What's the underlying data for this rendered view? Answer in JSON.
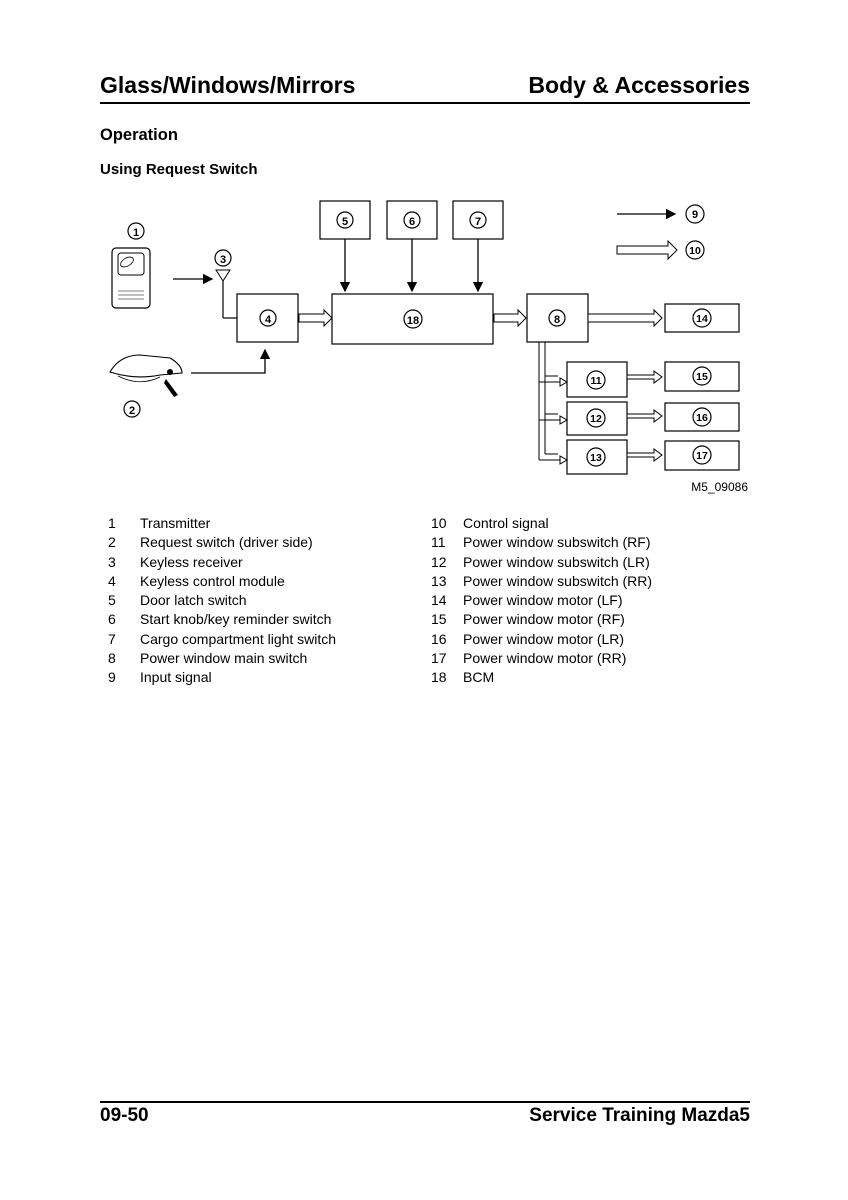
{
  "header": {
    "left": "Glass/Windows/Mirrors",
    "right": "Body & Accessories"
  },
  "section_title": "Operation",
  "subsection_title": "Using Request Switch",
  "diagram": {
    "nodes": [
      "1",
      "2",
      "3",
      "4",
      "5",
      "6",
      "7",
      "8",
      "9",
      "10",
      "11",
      "12",
      "13",
      "14",
      "15",
      "16",
      "17",
      "18"
    ],
    "figure_id": "M5_09086"
  },
  "legend_left": [
    {
      "num": "1",
      "label": "Transmitter"
    },
    {
      "num": "2",
      "label": "Request switch (driver side)"
    },
    {
      "num": "3",
      "label": "Keyless receiver"
    },
    {
      "num": "4",
      "label": "Keyless control module"
    },
    {
      "num": "5",
      "label": "Door latch switch"
    },
    {
      "num": "6",
      "label": "Start knob/key reminder switch"
    },
    {
      "num": "7",
      "label": "Cargo compartment light switch"
    },
    {
      "num": "8",
      "label": "Power window main switch"
    },
    {
      "num": "9",
      "label": "Input signal"
    }
  ],
  "legend_right": [
    {
      "num": "10",
      "label": "Control signal"
    },
    {
      "num": "11",
      "label": "Power window subswitch (RF)"
    },
    {
      "num": "12",
      "label": "Power window subswitch (LR)"
    },
    {
      "num": "13",
      "label": "Power window subswitch (RR)"
    },
    {
      "num": "14",
      "label": "Power window motor (LF)"
    },
    {
      "num": "15",
      "label": "Power window motor (RF)"
    },
    {
      "num": "16",
      "label": "Power window motor (LR)"
    },
    {
      "num": "17",
      "label": "Power window motor (RR)"
    },
    {
      "num": "18",
      "label": "BCM"
    }
  ],
  "footer": {
    "left": "09-50",
    "right": "Service Training Mazda5"
  }
}
